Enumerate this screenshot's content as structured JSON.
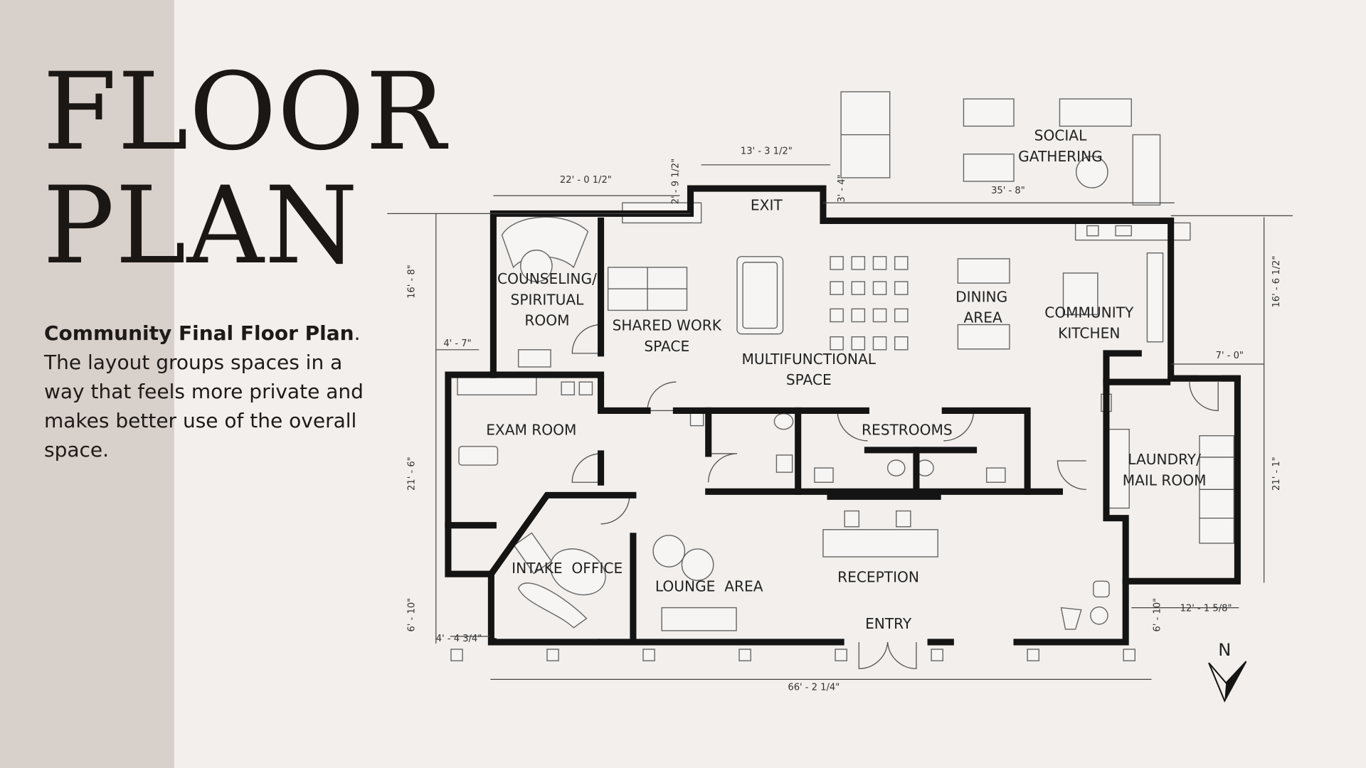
{
  "title": {
    "line1": "FLOOR",
    "line2": "PLAN"
  },
  "description": {
    "heading": "Community Final Floor Plan",
    "heading_suffix": ".",
    "body": "The layout groups spaces in a way that feels more private and makes better use of the overall space."
  },
  "rooms": {
    "counseling": [
      "COUNSELING/",
      "SPIRITUAL",
      "ROOM"
    ],
    "shared_work": [
      "SHARED WORK",
      "SPACE"
    ],
    "multifunctional": [
      "MULTIFUNCTIONAL",
      "SPACE"
    ],
    "dining": [
      "DINING",
      "AREA"
    ],
    "kitchen": [
      "COMMUNITY",
      "KITCHEN"
    ],
    "social": [
      "SOCIAL",
      "GATHERING"
    ],
    "exit": "EXIT",
    "exam": "EXAM ROOM",
    "restrooms": "RESTROOMS",
    "laundry": [
      "LAUNDRY/",
      "MAIL ROOM"
    ],
    "intake": "INTAKE  OFFICE",
    "lounge": "LOUNGE  AREA",
    "reception": "RECEPTION",
    "entry": "ENTRY"
  },
  "dimensions": {
    "top_left": "22' - 0 1/2\"",
    "top_exit": "13' - 3 1/2\"",
    "top_right": "35' - 8\"",
    "vert_small_left": "2' - 9 1/2\"",
    "vert_small_right": "3' - 4\"",
    "left_upper": "16' - 8\"",
    "left_jog": "4' - 7\"",
    "left_middle": "21' - 6\"",
    "left_lower": "6' - 10\"",
    "bottom_left_small": "4' - 4 3/4\"",
    "bottom_total": "66' - 2 1/4\"",
    "right_upper": "16' - 6 1/2\"",
    "right_jog": "7' - 0\"",
    "right_middle": "21' - 1\"",
    "right_lower": "6' - 10\"",
    "right_bottom": "12' - 1 5/8\""
  },
  "compass": {
    "label": "N",
    "icon": "north-arrow-icon"
  },
  "colors": {
    "background": "#f2efec",
    "sidebar": "#d8d0ca",
    "ink": "#141414"
  }
}
